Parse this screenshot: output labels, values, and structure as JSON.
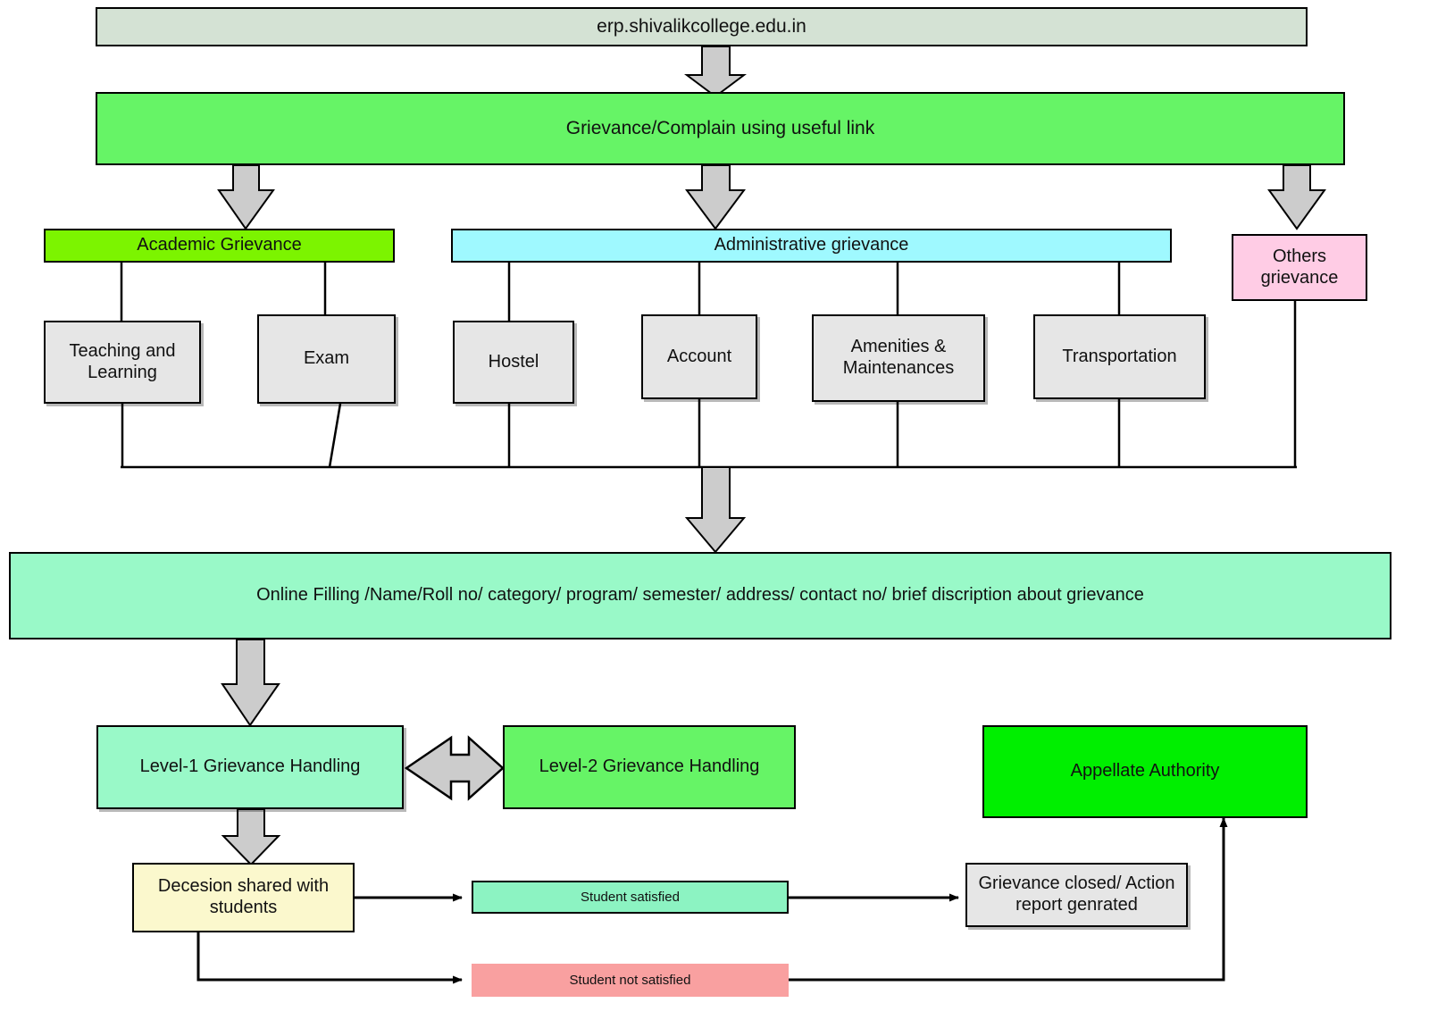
{
  "diagram": {
    "title": "Grievance redressal flowchart",
    "colors": {
      "header_bar": "#d4e2d4",
      "link_bar": "#66f466",
      "academic": "#7cf400",
      "administrative": "#9ff9ff",
      "others": "#ffcce5",
      "grey_box": "#e6e6e6",
      "online_fill": "#99f9c8",
      "level1": "#99f9c8",
      "level2": "#66f466",
      "appellate": "#00ef00",
      "decision": "#fbf8cd",
      "satisfied": "#8cf3c2",
      "not_satisfied": "#f9a0a0",
      "arrow_fill": "#cccccc",
      "stroke": "#000000"
    },
    "nodes": {
      "portal": "erp.shivalikcollege.edu.in",
      "entry": "Grievance/Complain using useful link",
      "academic": "Academic Grievance",
      "administrative": "Administrative grievance",
      "others": "Others grievance",
      "teaching": "Teaching and Learning",
      "exam": "Exam",
      "hostel": "Hostel",
      "account": "Account",
      "amenities": "Amenities & Maintenances",
      "transportation": "Transportation",
      "online_filling": "Online  Filling /Name/Roll no/ category/ program/ semester/ address/ contact no/ brief discription about grievance",
      "level1": "Level-1 Grievance Handling",
      "level2": "Level-2 Grievance Handling",
      "appellate": "Appellate Authority",
      "decision": "Decesion shared with students",
      "satisfied": "Student satisfied",
      "not_satisfied": "Student  not satisfied",
      "closed": "Grievance closed/ Action report genrated"
    },
    "edges": [
      {
        "from": "portal",
        "to": "entry",
        "style": "block-arrow-down"
      },
      {
        "from": "entry",
        "to": "academic",
        "style": "block-arrow-down"
      },
      {
        "from": "entry",
        "to": "administrative",
        "style": "block-arrow-down"
      },
      {
        "from": "entry",
        "to": "others",
        "style": "block-arrow-down"
      },
      {
        "from": "academic",
        "to": "teaching",
        "style": "line"
      },
      {
        "from": "academic",
        "to": "exam",
        "style": "line"
      },
      {
        "from": "administrative",
        "to": "hostel",
        "style": "line"
      },
      {
        "from": "administrative",
        "to": "account",
        "style": "line"
      },
      {
        "from": "administrative",
        "to": "amenities",
        "style": "line"
      },
      {
        "from": "administrative",
        "to": "transportation",
        "style": "line"
      },
      {
        "from": "all-categories",
        "to": "online_filling",
        "style": "block-arrow-down"
      },
      {
        "from": "online_filling",
        "to": "level1",
        "style": "block-arrow-down"
      },
      {
        "from": "level1",
        "to": "level2",
        "style": "double-headed-arrow"
      },
      {
        "from": "level1",
        "to": "decision",
        "style": "block-arrow-down"
      },
      {
        "from": "decision",
        "to": "satisfied",
        "style": "thin-arrow-right"
      },
      {
        "from": "decision",
        "to": "not_satisfied",
        "style": "thin-arrow-right"
      },
      {
        "from": "satisfied",
        "to": "closed",
        "style": "thin-arrow-right"
      },
      {
        "from": "not_satisfied",
        "to": "appellate",
        "style": "thin-arrow-up"
      }
    ]
  }
}
